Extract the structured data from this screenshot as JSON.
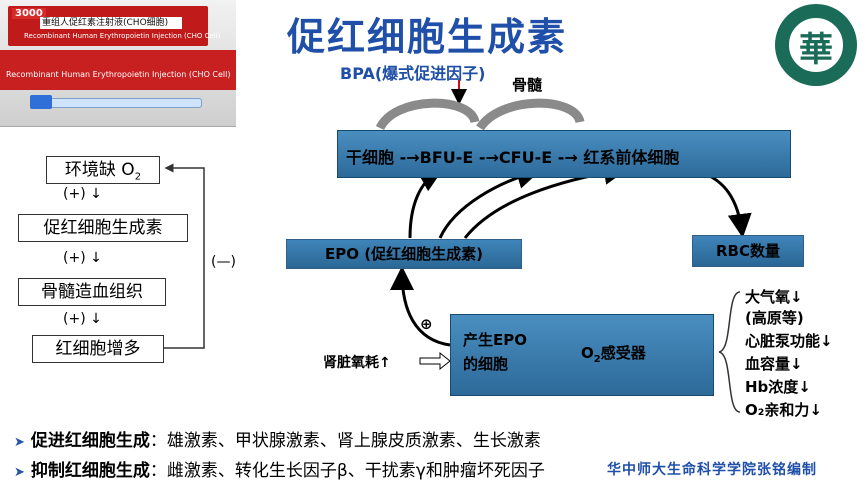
{
  "title": "促红细胞生成素",
  "product": {
    "number": "3000",
    "name_cn": "重组人促红素注射液(CHO细胞)",
    "name_en_small": "Recombinant Human Erythropoietin Injection (CHO Cell)",
    "name_en": "Recombinant Human Erythropoietin Injection (CHO Cell)"
  },
  "logo": {
    "char": "華"
  },
  "left_flow": {
    "step1": "环境缺 O",
    "step1_sub": "2",
    "plus1": "(+) ↓",
    "step2": "促红细胞生成素",
    "plus2": "(+) ↓",
    "step3": "骨髓造血组织",
    "plus3": "(+) ↓",
    "step4": "红细胞增多",
    "feedback": "(—)"
  },
  "diagram": {
    "bpa": "BPA(爆式促进因子)",
    "bone_marrow": "骨髓",
    "chain": "干细胞 -→BFU-E -→CFU-E -→ 红系前体细胞",
    "epo": "EPO (促红细胞生成素)",
    "rbc": "RBC数量",
    "cell_line1": "产生EPO",
    "cell_line2": "的细胞",
    "o2_sensor_pre": "O",
    "o2_sensor_sub": "2",
    "o2_sensor_post": "感受器",
    "plus_circle": "⊕",
    "kidney": "肾脏氧耗↑",
    "factors": [
      "大气氧↓",
      "(高原等)",
      "心脏泵功能↓",
      "血容量↓",
      "Hb浓度↓",
      "O₂亲和力↓"
    ]
  },
  "bullets": [
    {
      "head": "促进红细胞生成",
      "text": "：雄激素、甲状腺激素、肾上腺皮质激素、生长激素"
    },
    {
      "head": "抑制红细胞生成",
      "text": "：雌激素、转化生长因子β、干扰素γ和肿瘤坏死因子"
    }
  ],
  "credit": "华中师大生命科学学院张铭编制",
  "colors": {
    "title": "#1f4fa8",
    "box": "#2c6a99",
    "arrow_red": "#d01010"
  }
}
